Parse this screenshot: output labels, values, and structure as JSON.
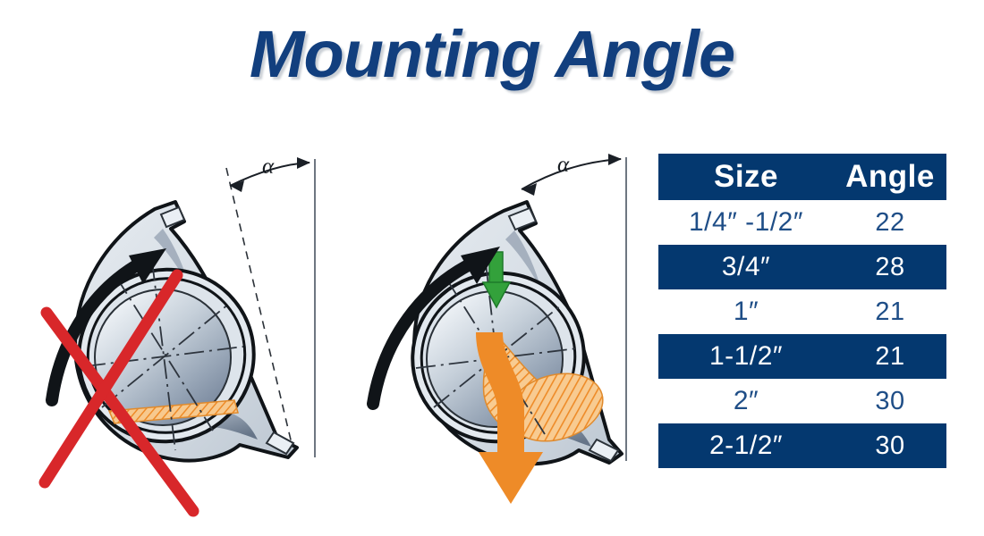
{
  "page": {
    "title": "Mounting Angle"
  },
  "colors": {
    "navy": "#04386F",
    "title_navy": "#123F7E",
    "text_navy": "#1F4E87",
    "red_cross": "#D8272A",
    "orange_load": "#EE8B28",
    "orange_hatch": "#F0A23C",
    "green_arrow": "#33A13B",
    "housing_light": "#DCE3E9",
    "sphere_light": "#EDF1F5",
    "sphere_dark": "#7E8C9E",
    "outline": "#101418",
    "white": "#FFFFFF"
  },
  "diagrams": [
    {
      "id": "incorrect",
      "status": "incorrect",
      "marker": "red-x",
      "angle_label": "α",
      "rotation_arrow": "black-curved-arrow",
      "load_zone": "narrow-bottom-band",
      "reference_line": "dashed",
      "wall_line": "solid-vertical"
    },
    {
      "id": "correct",
      "status": "correct",
      "marker": "none",
      "angle_label": "α",
      "rotation_arrow": "black-curved-arrow",
      "load_indicator_top": "green-down-arrow",
      "load_indicator_main": "orange-curved-down-arrow",
      "load_zone": "wide-hatched-wedge",
      "reference_line": "none",
      "wall_line": "solid-vertical"
    }
  ],
  "table": {
    "headers": {
      "size": "Size",
      "angle": "Angle"
    },
    "rows": [
      {
        "size": "1/4″ -1/2″",
        "angle": "22",
        "shade": "light"
      },
      {
        "size": "3/4″",
        "angle": "28",
        "shade": "dark"
      },
      {
        "size": "1″",
        "angle": "21",
        "shade": "light"
      },
      {
        "size": "1-1/2″",
        "angle": "21",
        "shade": "dark"
      },
      {
        "size": "2″",
        "angle": "30",
        "shade": "light"
      },
      {
        "size": "2-1/2″",
        "angle": "30",
        "shade": "dark"
      }
    ]
  }
}
